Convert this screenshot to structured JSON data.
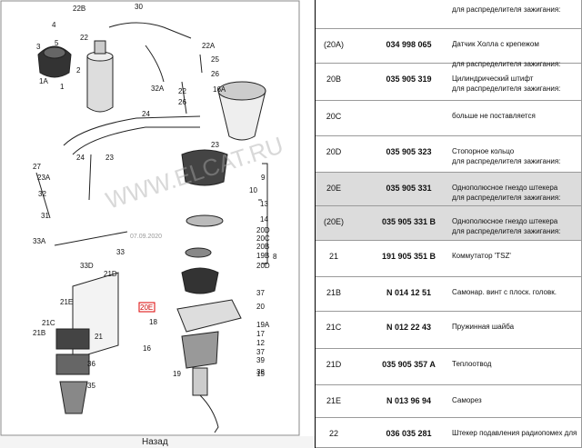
{
  "diagram": {
    "labels": [
      {
        "id": "4",
        "t": "4"
      },
      {
        "id": "22B",
        "t": "22B"
      },
      {
        "id": "5",
        "t": "5"
      },
      {
        "id": "30",
        "t": "30"
      },
      {
        "id": "22",
        "t": "22"
      },
      {
        "id": "3",
        "t": "3"
      },
      {
        "id": "2",
        "t": "2"
      },
      {
        "id": "1A",
        "t": "1A"
      },
      {
        "id": "1",
        "t": "1"
      },
      {
        "id": "22A",
        "t": "22A"
      },
      {
        "id": "25",
        "t": "25"
      },
      {
        "id": "26",
        "t": "26"
      },
      {
        "id": "22b",
        "t": "22"
      },
      {
        "id": "32A",
        "t": "32A"
      },
      {
        "id": "16A",
        "t": "16A"
      },
      {
        "id": "26b",
        "t": "26"
      },
      {
        "id": "24",
        "t": "24"
      },
      {
        "id": "23",
        "t": "23"
      },
      {
        "id": "24b",
        "t": "24"
      },
      {
        "id": "23b",
        "t": "23"
      },
      {
        "id": "27",
        "t": "27"
      },
      {
        "id": "23A",
        "t": "23A"
      },
      {
        "id": "32",
        "t": "32"
      },
      {
        "id": "31",
        "t": "31"
      },
      {
        "id": "33A",
        "t": "33A"
      },
      {
        "id": "33",
        "t": "33"
      },
      {
        "id": "33D",
        "t": "33D"
      },
      {
        "id": "9",
        "t": "9"
      },
      {
        "id": "10",
        "t": "10"
      },
      {
        "id": "13",
        "t": "13"
      },
      {
        "id": "14",
        "t": "14"
      },
      {
        "id": "20D",
        "t": "20D"
      },
      {
        "id": "20C",
        "t": "20C"
      },
      {
        "id": "20B",
        "t": "20B"
      },
      {
        "id": "19B",
        "t": "19B"
      },
      {
        "id": "8",
        "t": "8"
      },
      {
        "id": "20Db",
        "t": "20D"
      },
      {
        "id": "21D",
        "t": "21D"
      },
      {
        "id": "37",
        "t": "37"
      },
      {
        "id": "20",
        "t": "20"
      },
      {
        "id": "21E",
        "t": "21E"
      },
      {
        "id": "20E",
        "t": "20E"
      },
      {
        "id": "21C",
        "t": "21C"
      },
      {
        "id": "21B",
        "t": "21B"
      },
      {
        "id": "21",
        "t": "21"
      },
      {
        "id": "18",
        "t": "18"
      },
      {
        "id": "19A",
        "t": "19A"
      },
      {
        "id": "17",
        "t": "17"
      },
      {
        "id": "12",
        "t": "12"
      },
      {
        "id": "16",
        "t": "16"
      },
      {
        "id": "37b",
        "t": "37"
      },
      {
        "id": "39",
        "t": "39"
      },
      {
        "id": "36",
        "t": "36"
      },
      {
        "id": "38",
        "t": "38"
      },
      {
        "id": "35",
        "t": "35"
      },
      {
        "id": "19",
        "t": "19"
      },
      {
        "id": "15",
        "t": "15"
      }
    ],
    "watermark": "WWW.ELCAT.RU",
    "date": "07.09.2020"
  },
  "nav": {
    "back_label": "Назад"
  },
  "table": {
    "rows": [
      {
        "pos": "",
        "num": "",
        "desc": [
          "для распределителя зажигания:"
        ],
        "hl": false
      },
      {
        "pos": "(20A)",
        "num": "034 998 065",
        "desc": [
          "Датчик Холла с крепежом",
          "",
          "для распределителя зажигания:"
        ],
        "hl": false
      },
      {
        "pos": "20B",
        "num": "035 905 319",
        "desc": [
          "Цилиндрический штифт",
          "для распределителя зажигания:"
        ],
        "hl": false
      },
      {
        "pos": "20C",
        "num": "",
        "desc": [
          "больше не поставляется"
        ],
        "hl": false
      },
      {
        "pos": "20D",
        "num": "035 905 323",
        "desc": [
          "Стопорное кольцо",
          "для распределителя зажигания:"
        ],
        "hl": false
      },
      {
        "pos": "20E",
        "num": "035 905 331",
        "desc": [
          "Однополюсное гнездо штекера",
          "для распределителя зажигания:"
        ],
        "hl": true
      },
      {
        "pos": "(20E)",
        "num": "035 905 331 B",
        "desc": [
          "Однополюсное гнездо штекера",
          "для распределителя зажигания:"
        ],
        "hl": true
      },
      {
        "pos": "21",
        "num": "191 905 351 B",
        "desc": [
          "Коммутатор 'TSZ'"
        ],
        "hl": false
      },
      {
        "pos": "21B",
        "num": "N 014 12 51",
        "desc": [
          "Самонар. винт с плоск. головк."
        ],
        "hl": false
      },
      {
        "pos": "21C",
        "num": "N 012 22 43",
        "desc": [
          "Пружинная шайба"
        ],
        "hl": false
      },
      {
        "pos": "21D",
        "num": "035 905 357 A",
        "desc": [
          "Теплоотвод"
        ],
        "hl": false
      },
      {
        "pos": "21E",
        "num": "N 013 96 94",
        "desc": [
          "Саморез"
        ],
        "hl": false
      },
      {
        "pos": "22",
        "num": "036 035 281",
        "desc": [
          "Штекер подавления радиопомех для"
        ],
        "hl": false
      }
    ]
  }
}
